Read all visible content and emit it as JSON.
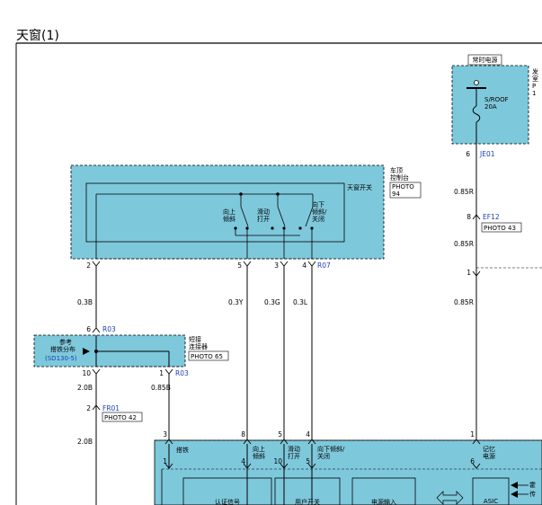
{
  "window": {
    "title": "天窗(1)"
  },
  "fuse_block": {
    "header": "常时电源",
    "fuse_line1": "S/ROOF",
    "fuse_line2": "20A",
    "side_line1": "发",
    "side_line2": "室",
    "side_line3": "P",
    "side_line4": "1"
  },
  "fuse_terminal": {
    "pin": "6",
    "code": "JE01"
  },
  "wire_right": {
    "seg1": "0.85R",
    "seg2": "0.85R",
    "seg3": "0.85R"
  },
  "connector_ef12": {
    "pin": "8",
    "code": "EF12",
    "photo": "PHOTO 43"
  },
  "inline_pin_1": "1",
  "overhead_console": {
    "label_line1": "车顶",
    "label_line2": "控制台",
    "photo_line1": "PHOTO",
    "photo_line2": "94",
    "switch_name": "天窗开关",
    "sw1_line1": "向上",
    "sw1_line2": "倾斜",
    "sw2_line1": "滑动",
    "sw2_line2": "打开",
    "sw3_line1": "向下",
    "sw3_line2": "倾斜/",
    "sw3_line3": "关闭",
    "pins": [
      "2",
      "5",
      "3",
      "4"
    ],
    "connector_code": "R07"
  },
  "wires_mid": [
    "0.3B",
    "0.3Y",
    "0.3G",
    "0.3L"
  ],
  "ground_dist": {
    "pin_top": "6",
    "code_top": "R03",
    "text_line1": "参考",
    "text_line2": "搭铁分布",
    "ref": "(SD130-5)",
    "conn_label_line1": "短接",
    "conn_label_line2": "连接器",
    "photo": "PHOTO 65",
    "pin_bottom_left": "10",
    "pin_bottom_right": "1",
    "code_bottom": "R03"
  },
  "wires_lower": {
    "left_a": "2.0B",
    "right": "0.85B",
    "left_b": "2.0B"
  },
  "connector_fr01": {
    "pin": "2",
    "code": "FR01",
    "photo": "PHOTO 42"
  },
  "module": {
    "top_pins": [
      "3",
      "8",
      "5",
      "4",
      "1"
    ],
    "bottom_pins": [
      "1",
      "4",
      "10",
      "5",
      "6"
    ],
    "labels": {
      "ground": "搭铁",
      "tilt_up_1": "向上",
      "tilt_up_2": "倾斜",
      "slide_1": "滑动",
      "slide_2": "打开",
      "tilt_down": "向下倾斜/",
      "close": "关闭",
      "memory_1": "记忆",
      "memory_2": "电源"
    },
    "inner_boxes": [
      "认证信号",
      "用户开关",
      "电源输入"
    ],
    "asic": "ASIC",
    "side_line1": "霍",
    "side_line2": "传"
  }
}
